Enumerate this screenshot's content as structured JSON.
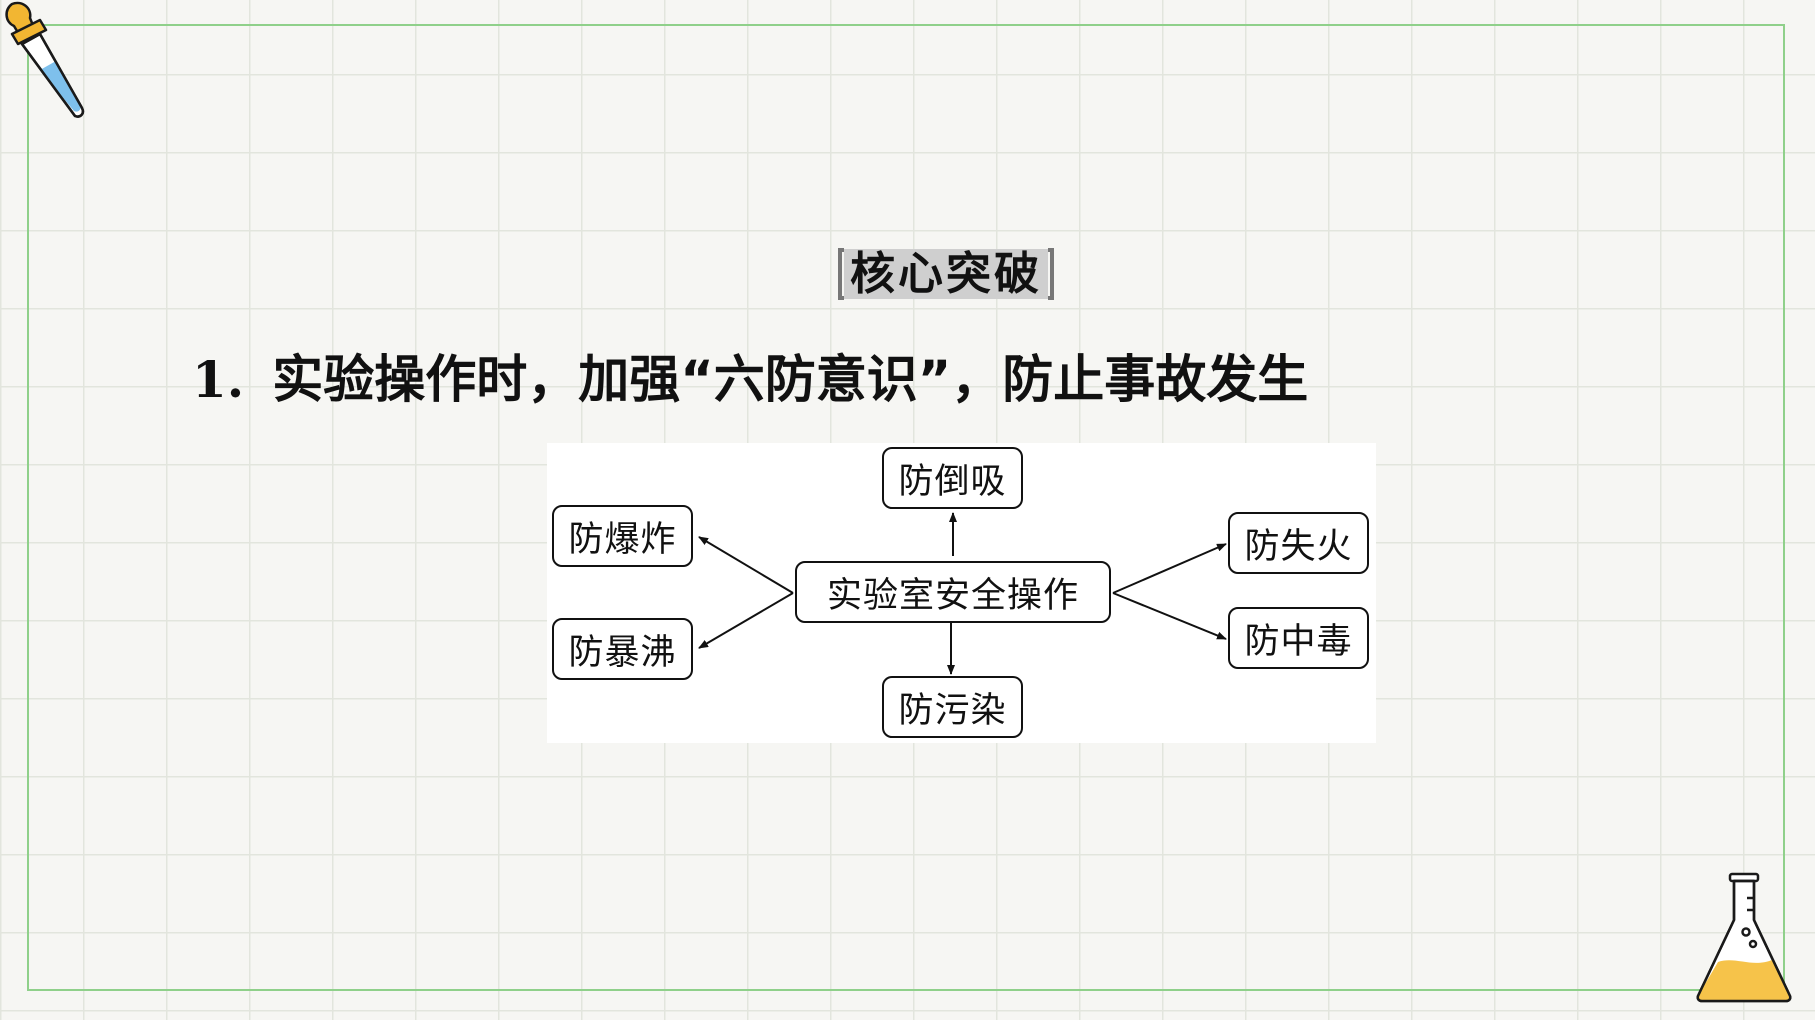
{
  "slide": {
    "section_tag": "核心突破",
    "heading_number": "1.",
    "heading_text": "实验操作时，加强“六防意识”，防止事故发生"
  },
  "diagram": {
    "center": "实验室安全操作",
    "top": "防倒吸",
    "bottom": "防污染",
    "left_top": "防爆炸",
    "left_bottom": "防暴沸",
    "right_top": "防失火",
    "right_bottom": "防中毒"
  },
  "icons": {
    "top_left": "dropper-icon",
    "bottom_right": "flask-icon"
  },
  "colors": {
    "frame": "#8fd08a",
    "grid": "#e2e5dd",
    "background": "#f6f6f3",
    "tag_background": "#cfcfcf",
    "flask_liquid": "#f6c34a",
    "dropper_bulb": "#f2b632",
    "dropper_liquid": "#7ec0ec"
  }
}
